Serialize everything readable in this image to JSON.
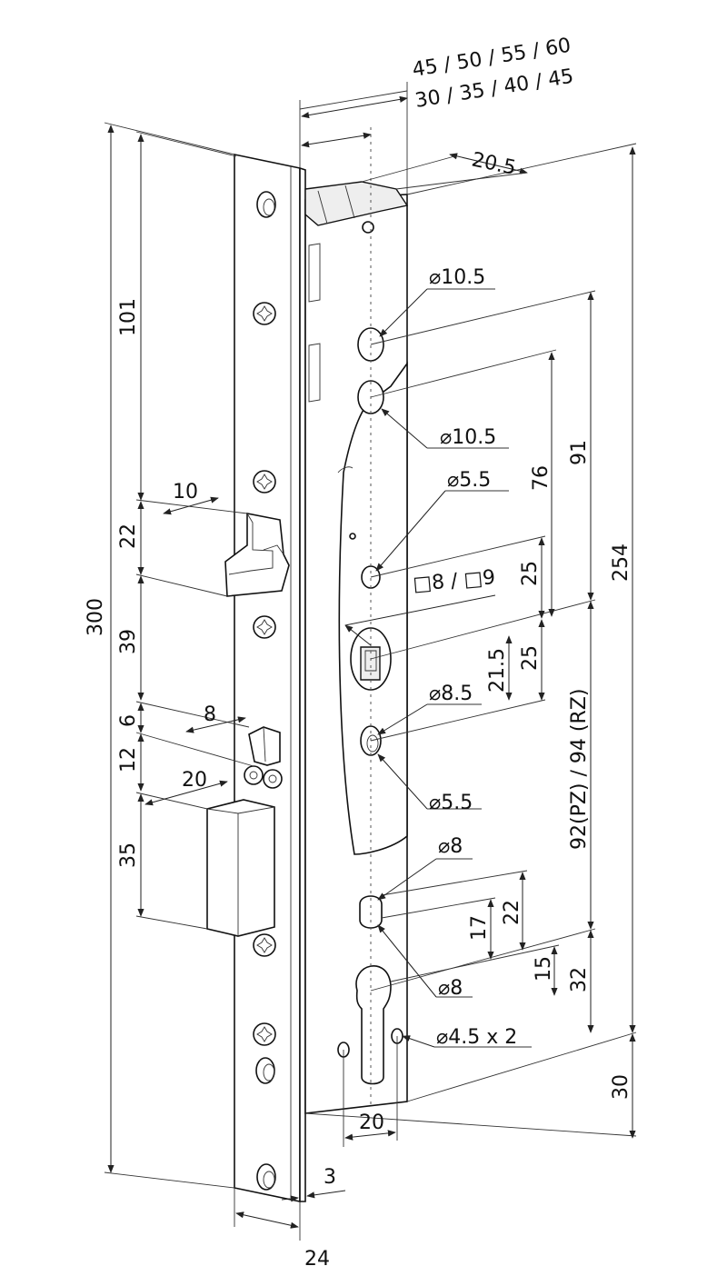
{
  "drawing": {
    "dimensions": {
      "overall_height": "300",
      "plate_width": "24",
      "plate_offset": "3",
      "top_to_latch": "101",
      "latch_height": "22",
      "latch_to_bolt": "39",
      "latch_projection": "10",
      "small_step": "6",
      "aux_latch": "12",
      "aux_projection": "8",
      "deadbolt_height": "35",
      "deadbolt_projection": "20",
      "backset_line1": "45 / 50 / 55 / 60",
      "backset_line2": "30 / 35 / 40 / 45",
      "case_depth": "20.5",
      "case_height": "254",
      "top_hole_dist": "91",
      "second_hole_dist": "76",
      "spindle_offset_upper": "25",
      "spindle_offset_lower": "25",
      "spindle_to_hole": "21.5",
      "spindle_square": "□8 / □9",
      "hole_d1": "⌀10.5",
      "hole_d2": "⌀10.5",
      "hole_d3": "⌀5.5",
      "hole_d4": "⌀8.5",
      "hole_d5": "⌀5.5",
      "hole_d6": "⌀8",
      "hole_d7": "⌀8",
      "fixing_holes": "⌀4.5 x 2",
      "slot_17": "17",
      "slot_22": "22",
      "cyl_15": "15",
      "cyl_32": "32",
      "follower_to_cylinder": "92(PZ) / 94 (RZ)",
      "bottom_30": "30",
      "cylinder_width": "20"
    }
  }
}
